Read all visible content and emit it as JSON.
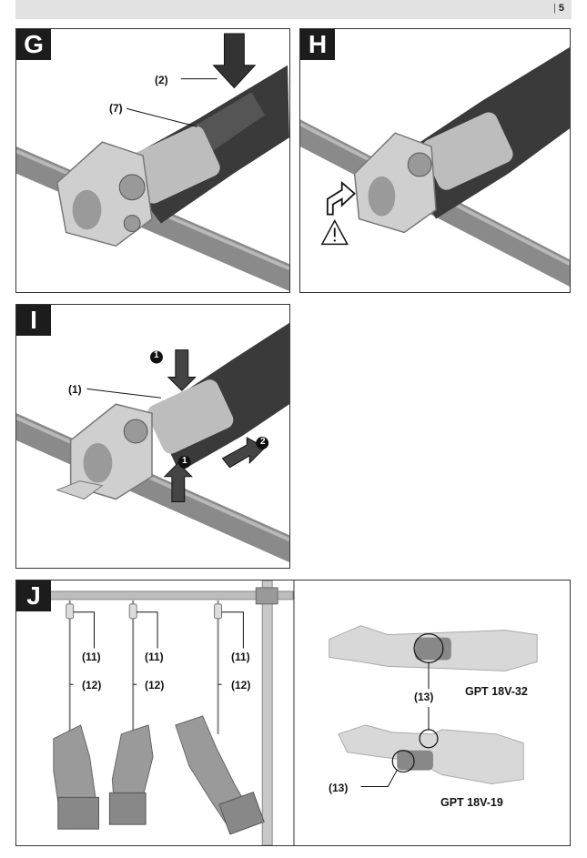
{
  "header": {
    "page_number": "5"
  },
  "figures": {
    "G": {
      "letter": "G",
      "callouts": [
        "(2)",
        "(7)"
      ]
    },
    "H": {
      "letter": "H"
    },
    "I": {
      "letter": "I",
      "callouts": [
        "(1)"
      ],
      "step_markers": [
        "1",
        "1",
        "2"
      ]
    },
    "J": {
      "letter": "J",
      "hanger_labels": [
        "(11)",
        "(11)",
        "(11)"
      ],
      "cable_labels": [
        "(12)",
        "(12)",
        "(12)"
      ],
      "mount_labels": [
        "(13)",
        "(13)"
      ],
      "models": [
        "GPT 18V-32",
        "GPT 18V-19"
      ]
    }
  },
  "icons": [
    "warning-triangle-icon",
    "press-arrow-icon",
    "slide-arrow-icon"
  ],
  "colors": {
    "badge_bg": "#1c1c1c",
    "header_bar": "#e2e2e2",
    "tool_dark": "#3a3a3a",
    "jaw_light": "#c9c9c9"
  }
}
